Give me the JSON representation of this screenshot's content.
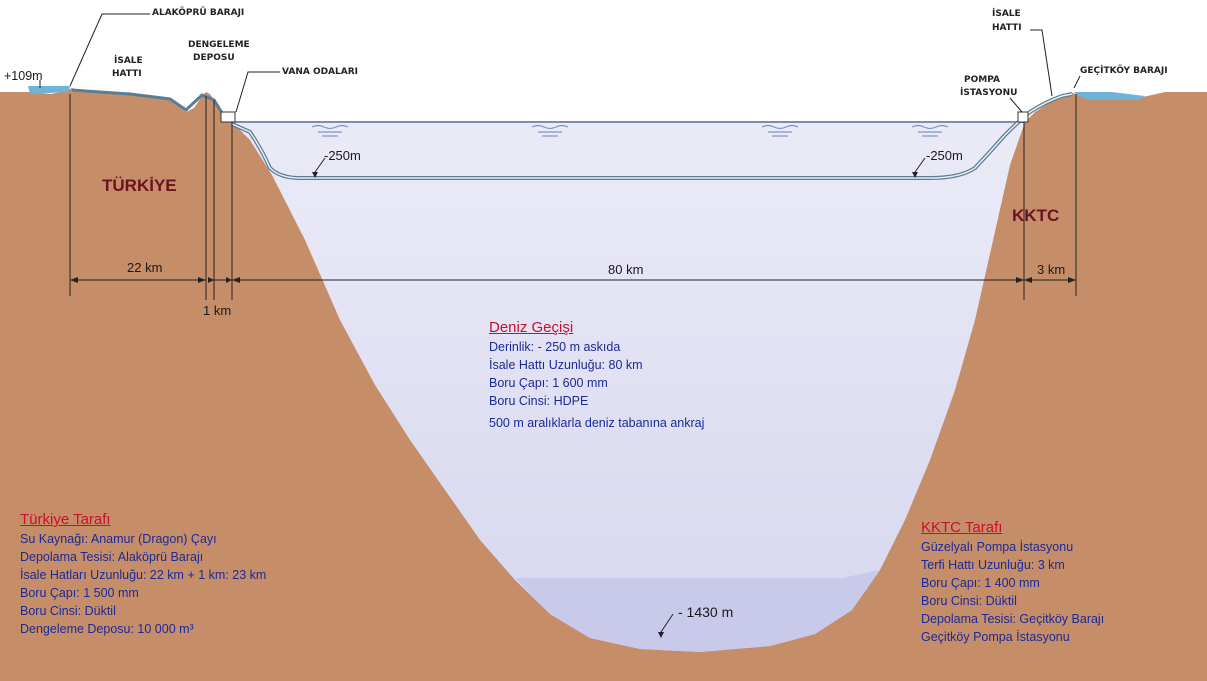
{
  "labels": {
    "alakopru_baraji": "ALAKÖPRÜ BARAJI",
    "isale_hatti_left_1": "İSALE",
    "isale_hatti_left_2": "HATTI",
    "dengeleme_1": "DENGELEME",
    "dengeleme_2": "DEPOSU",
    "vana_odalari": "VANA ODALARI",
    "pompa_1": "POMPA",
    "pompa_2": "İSTASYONU",
    "isale_hatti_right_1": "İSALE",
    "isale_hatti_right_2": "HATTI",
    "gecitkoy_baraji": "GEÇİTKÖY BARAJI"
  },
  "elevation": "+109m",
  "countries": {
    "left": "TÜRKİYE",
    "right": "KKTC"
  },
  "dimensions": {
    "d22": "22 km",
    "d1": "1 km",
    "d80": "80 km",
    "d3": "3 km"
  },
  "depths": {
    "left": "-250m",
    "right": "-250m",
    "bottom": "- 1430 m"
  },
  "deniz": {
    "title": "Deniz Geçişi",
    "lines": [
      "Derinlik: - 250 m askıda",
      "İsale Hattı Uzunluğu: 80 km",
      "Boru Çapı: 1 600 mm",
      "Boru Cinsi: HDPE",
      "500 m aralıklarla deniz tabanına ankraj"
    ]
  },
  "turkiye": {
    "title": "Türkiye Tarafı",
    "lines": [
      "Su Kaynağı: Anamur (Dragon) Çayı",
      "Depolama Tesisi: Alaköprü Barajı",
      "İsale Hatları Uzunluğu: 22 km + 1 km: 23 km",
      "Boru Çapı: 1 500 mm",
      "Boru Cinsi: Düktil",
      "Dengeleme Deposu: 10 000 m³"
    ]
  },
  "kktc": {
    "title": "KKTC Tarafı",
    "lines": [
      "Güzelyalı Pompa İstasyonu",
      "Terfi Hattı Uzunluğu: 3 km",
      "Boru Çapı: 1 400 mm",
      "Boru Cinsi: Düktil",
      "Depolama Tesisi: Geçitköy Barajı",
      "Geçitköy Pompa İstasyonu"
    ]
  },
  "colors": {
    "land": "#c68d69",
    "sea_top": "#e6e6f6",
    "sea_deep": "#ccccec",
    "pipe": "#6e8fa8",
    "reservoir": "#6fb3d8",
    "title_red": "#c8102e",
    "text_blue": "#1b2a9a",
    "country_red": "#6b1320"
  }
}
